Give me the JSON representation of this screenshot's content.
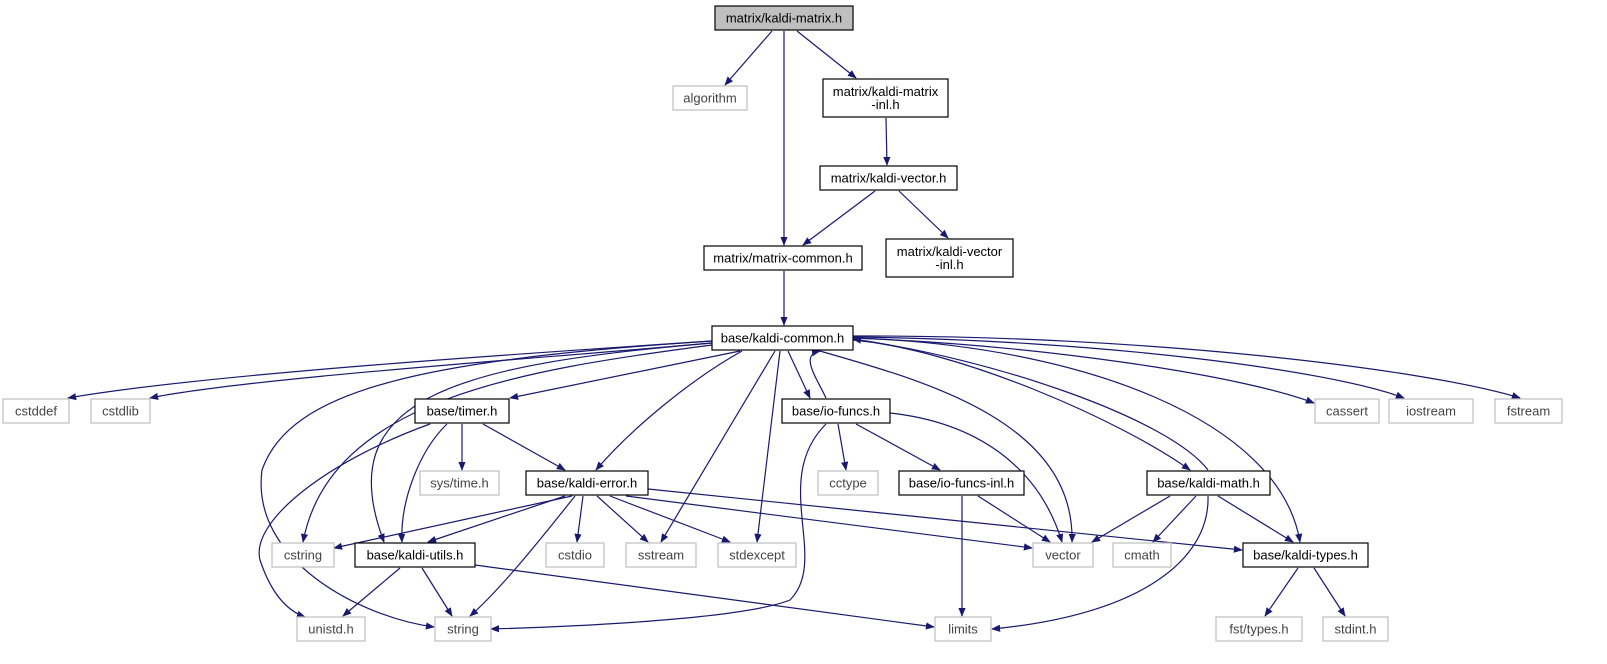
{
  "colors": {
    "edge": "#191970",
    "node_border": "#000000",
    "external_border": "#bfbfbf",
    "root_fill": "#bfbfbf",
    "external_text": "#444444"
  },
  "nodes": [
    {
      "id": "root",
      "lines": [
        "matrix/kaldi-matrix.h"
      ],
      "kind": "root"
    },
    {
      "id": "algorithm",
      "lines": [
        "algorithm"
      ],
      "kind": "external"
    },
    {
      "id": "matinl",
      "lines": [
        "matrix/kaldi-matrix",
        "-inl.h"
      ],
      "kind": "internal"
    },
    {
      "id": "vec",
      "lines": [
        "matrix/kaldi-vector.h"
      ],
      "kind": "internal"
    },
    {
      "id": "common",
      "lines": [
        "matrix/matrix-common.h"
      ],
      "kind": "internal"
    },
    {
      "id": "vecinl",
      "lines": [
        "matrix/kaldi-vector",
        "-inl.h"
      ],
      "kind": "internal"
    },
    {
      "id": "kcommon",
      "lines": [
        "base/kaldi-common.h"
      ],
      "kind": "internal"
    },
    {
      "id": "cstddef",
      "lines": [
        "cstddef"
      ],
      "kind": "external"
    },
    {
      "id": "cstdlib",
      "lines": [
        "cstdlib"
      ],
      "kind": "external"
    },
    {
      "id": "timer",
      "lines": [
        "base/timer.h"
      ],
      "kind": "internal"
    },
    {
      "id": "iofuncs",
      "lines": [
        "base/io-funcs.h"
      ],
      "kind": "internal"
    },
    {
      "id": "cassert",
      "lines": [
        "cassert"
      ],
      "kind": "external"
    },
    {
      "id": "iostream",
      "lines": [
        "iostream"
      ],
      "kind": "external"
    },
    {
      "id": "fstream",
      "lines": [
        "fstream"
      ],
      "kind": "external"
    },
    {
      "id": "systime",
      "lines": [
        "sys/time.h"
      ],
      "kind": "external"
    },
    {
      "id": "error",
      "lines": [
        "base/kaldi-error.h"
      ],
      "kind": "internal"
    },
    {
      "id": "cctype",
      "lines": [
        "cctype"
      ],
      "kind": "external"
    },
    {
      "id": "iofuncsinl",
      "lines": [
        "base/io-funcs-inl.h"
      ],
      "kind": "internal"
    },
    {
      "id": "kmath",
      "lines": [
        "base/kaldi-math.h"
      ],
      "kind": "internal"
    },
    {
      "id": "cstring",
      "lines": [
        "cstring"
      ],
      "kind": "external"
    },
    {
      "id": "utils",
      "lines": [
        "base/kaldi-utils.h"
      ],
      "kind": "internal"
    },
    {
      "id": "cstdio",
      "lines": [
        "cstdio"
      ],
      "kind": "external"
    },
    {
      "id": "sstream",
      "lines": [
        "sstream"
      ],
      "kind": "external"
    },
    {
      "id": "stdexcept",
      "lines": [
        "stdexcept"
      ],
      "kind": "external"
    },
    {
      "id": "vector",
      "lines": [
        "vector"
      ],
      "kind": "external"
    },
    {
      "id": "cmath",
      "lines": [
        "cmath"
      ],
      "kind": "external"
    },
    {
      "id": "types",
      "lines": [
        "base/kaldi-types.h"
      ],
      "kind": "internal"
    },
    {
      "id": "unistd",
      "lines": [
        "unistd.h"
      ],
      "kind": "external"
    },
    {
      "id": "string",
      "lines": [
        "string"
      ],
      "kind": "external"
    },
    {
      "id": "limits",
      "lines": [
        "limits"
      ],
      "kind": "external"
    },
    {
      "id": "fsttypes",
      "lines": [
        "fst/types.h"
      ],
      "kind": "external"
    },
    {
      "id": "stdint",
      "lines": [
        "stdint.h"
      ],
      "kind": "external"
    }
  ]
}
